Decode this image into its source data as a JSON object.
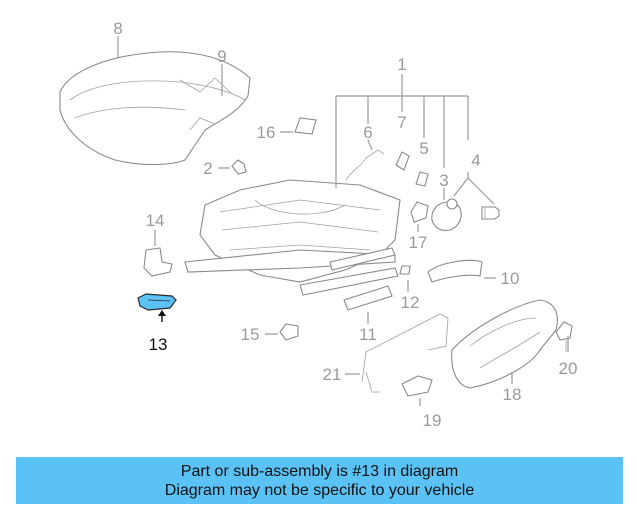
{
  "highlight_color": "#5bc2f5",
  "labels": {
    "n1": "1",
    "n2": "2",
    "n3": "3",
    "n4": "4",
    "n5": "5",
    "n6": "6",
    "n7": "7",
    "n8": "8",
    "n9": "9",
    "n10": "10",
    "n11": "11",
    "n12": "12",
    "n13": "13",
    "n14": "14",
    "n15": "15",
    "n16": "16",
    "n17": "17",
    "n18": "18",
    "n19": "19",
    "n20": "20",
    "n21": "21"
  },
  "banner": {
    "line1": "Part or sub-assembly is #13 in diagram",
    "line2": "Diagram may not be specific to your vehicle"
  }
}
